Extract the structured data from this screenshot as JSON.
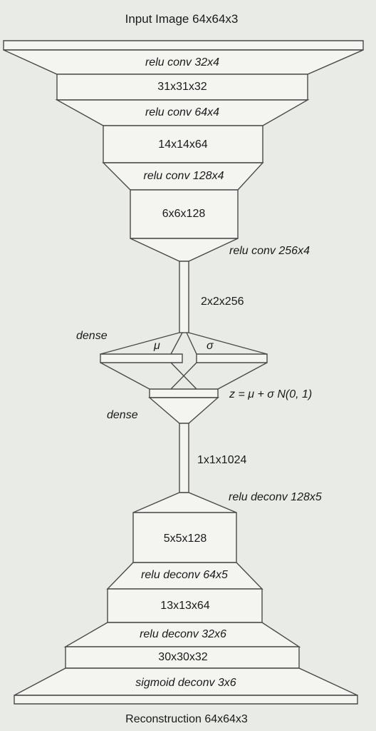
{
  "title": "Input Image 64x64x3",
  "footer": "Reconstruction 64x64x3",
  "encoder": {
    "l1_op": "relu conv 32x4",
    "l1_shape": "31x31x32",
    "l2_op": "relu conv 64x4",
    "l2_shape": "14x14x64",
    "l3_op": "relu conv 128x4",
    "l3_shape": "6x6x128",
    "l4_op": "relu conv 256x4",
    "l4_shape": "2x2x256"
  },
  "latent": {
    "dense_top": "dense",
    "mu": "μ",
    "sigma": "σ",
    "sample_eq": "z = μ + σ N(0, 1)",
    "dense_bottom": "dense",
    "code_shape": "1x1x1024"
  },
  "decoder": {
    "l1_op": "relu deconv 128x5",
    "l1_shape": "5x5x128",
    "l2_op": "relu deconv 64x5",
    "l2_shape": "13x13x64",
    "l3_op": "relu deconv 32x6",
    "l3_shape": "30x30x32",
    "l4_op": "sigmoid deconv 3x6"
  },
  "colors": {
    "background": "#e9ece6",
    "fill": "#f4f5f1",
    "stroke": "#4a4a4a"
  }
}
